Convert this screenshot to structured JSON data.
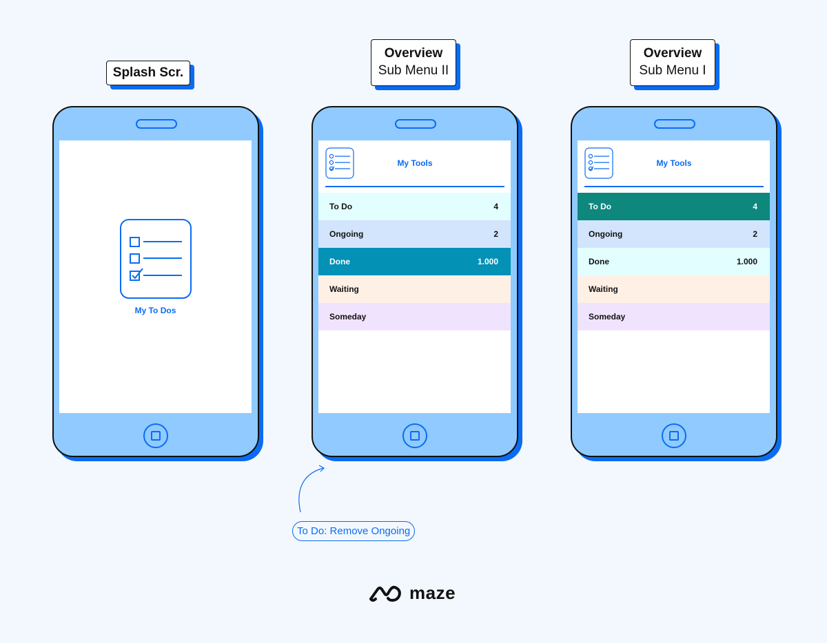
{
  "labels": [
    {
      "line1": "Splash Scr.",
      "line2": ""
    },
    {
      "line1": "Overview",
      "line2": "Sub Menu II"
    },
    {
      "line1": "Overview",
      "line2": "Sub Menu I"
    }
  ],
  "splash": {
    "icon": "checklist-icon",
    "title": "My To Dos"
  },
  "screen2": {
    "title": "My Tools",
    "rows": [
      {
        "label": "To Do",
        "count": "4",
        "bg": "#e3feff",
        "fg": "#111111"
      },
      {
        "label": "Ongoing",
        "count": "2",
        "bg": "#d3e4fd",
        "fg": "#111111"
      },
      {
        "label": "Done",
        "count": "1.000",
        "bg": "#0391b6",
        "fg": "#ffffff"
      },
      {
        "label": "Waiting",
        "count": "",
        "bg": "#fff0e6",
        "fg": "#111111"
      },
      {
        "label": "Someday",
        "count": "",
        "bg": "#f0e3fe",
        "fg": "#111111"
      }
    ]
  },
  "screen3": {
    "title": "My Tools",
    "rows": [
      {
        "label": "To Do",
        "count": "4",
        "bg": "#0e877d",
        "fg": "#ffffff"
      },
      {
        "label": "Ongoing",
        "count": "2",
        "bg": "#d3e4fd",
        "fg": "#111111"
      },
      {
        "label": "Done",
        "count": "1.000",
        "bg": "#e3feff",
        "fg": "#111111"
      },
      {
        "label": "Waiting",
        "count": "",
        "bg": "#fff0e6",
        "fg": "#111111"
      },
      {
        "label": "Someday",
        "count": "",
        "bg": "#f0e3fe",
        "fg": "#111111"
      }
    ]
  },
  "annotation": {
    "text": "To Do: Remove Ongoing"
  },
  "brand": {
    "name": "maze"
  },
  "colors": {
    "accent": "#0a6cf2",
    "phone": "#90caff",
    "background": "#f3f8fe"
  }
}
